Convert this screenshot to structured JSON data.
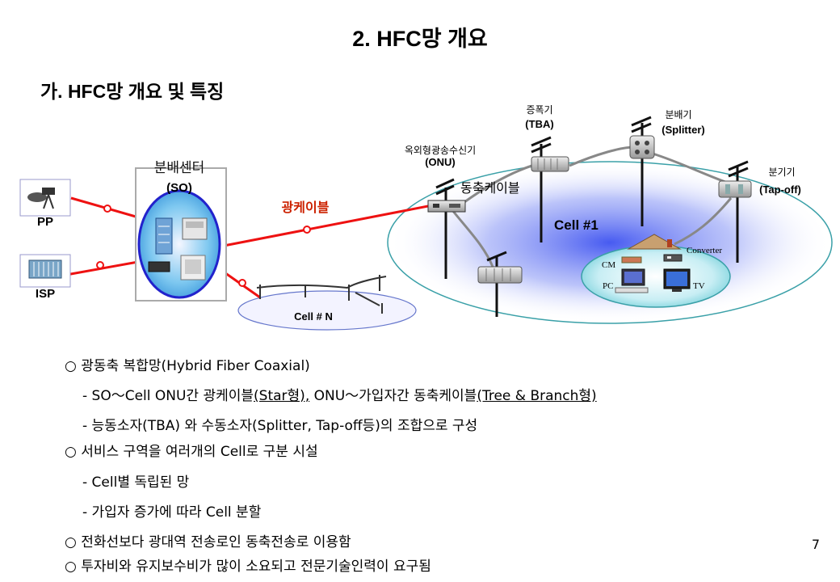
{
  "title": "2. HFC망 개요",
  "subtitle": "가.  HFC망 개요 및 특징",
  "diagram": {
    "pp": "PP",
    "isp": "ISP",
    "so_name": "분배센터",
    "so_abbr": "(SO)",
    "fiber_cable": "광케이블",
    "cell_n": "Cell # N",
    "onu_name": "옥외형광송수신기",
    "onu_abbr": "(ONU)",
    "coax_cable": "동축케이블",
    "tba_name": "증폭기",
    "tba_abbr": "(TBA)",
    "splitter_name": "분배기",
    "splitter_abbr": "(Splitter)",
    "tapoff_name": "분기기",
    "tapoff_abbr": "(Tap-off)",
    "cell_1": "Cell  #1",
    "converter": "Converter",
    "cm": "CM",
    "pc": "PC",
    "tv": "TV",
    "colors": {
      "fiber": "#ee1111",
      "fiber_label": "#cc2200",
      "so_border": "#2222cc",
      "cell_border": "#3aa0a8",
      "cell_fill": "#3d52f0"
    }
  },
  "bullets": {
    "b1": "○  광동축 복합망(Hybrid  Fiber  Coaxial)",
    "b1_s1_a": "-  SO～Cell  ONU간  광케이블",
    "b1_s1_b": "(Star형),",
    "b1_s1_c": "  ONU～가입자간  동축케이블",
    "b1_s1_d": "(Tree  &  Branch형)",
    "b1_s2": "-  능동소자(TBA)  와  수동소자(Splitter,  Tap-off등)의  조합으로  구성",
    "b2": "○  서비스  구역을  여러개의  Cell로  구분  시설",
    "b2_s1": "-  Cell별  독립된  망",
    "b2_s2": "-  가입자  증가에  따라  Cell  분할",
    "b3": "○  전화선보다  광대역  전송로인  동축전송로  이용함",
    "b4": "○  투자비와  유지보수비가  많이  소요되고  전문기술인력이  요구됨"
  },
  "page_number": "7"
}
